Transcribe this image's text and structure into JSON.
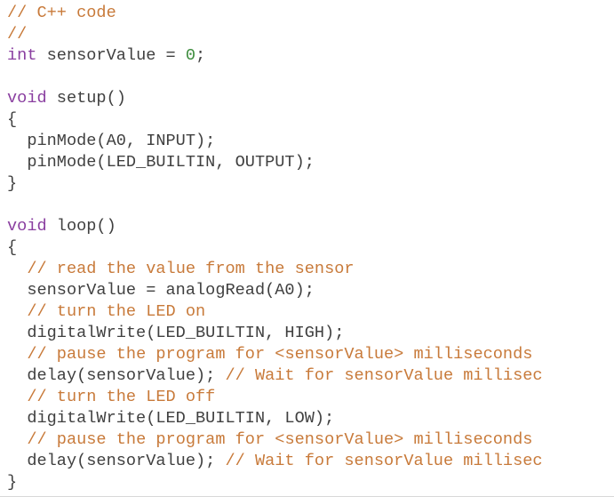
{
  "colors": {
    "background": "#ffffff",
    "comment": "#c87a3a",
    "keyword": "#8a3fa0",
    "number": "#3c8c3c",
    "plain": "#404040"
  },
  "code_lines": [
    [
      {
        "t": "// C++ code",
        "k": "comment"
      }
    ],
    [
      {
        "t": "//",
        "k": "comment"
      }
    ],
    [
      {
        "t": "int",
        "k": "keyword"
      },
      {
        "t": " sensorValue = ",
        "k": "plain"
      },
      {
        "t": "0",
        "k": "number"
      },
      {
        "t": ";",
        "k": "plain"
      }
    ],
    [],
    [
      {
        "t": "void",
        "k": "keyword"
      },
      {
        "t": " setup()",
        "k": "plain"
      }
    ],
    [
      {
        "t": "{",
        "k": "plain"
      }
    ],
    [
      {
        "t": "  pinMode(A0, INPUT);",
        "k": "plain"
      }
    ],
    [
      {
        "t": "  pinMode(LED_BUILTIN, OUTPUT);",
        "k": "plain"
      }
    ],
    [
      {
        "t": "}",
        "k": "plain"
      }
    ],
    [],
    [
      {
        "t": "void",
        "k": "keyword"
      },
      {
        "t": " loop()",
        "k": "plain"
      }
    ],
    [
      {
        "t": "{",
        "k": "plain"
      }
    ],
    [
      {
        "t": "  ",
        "k": "plain"
      },
      {
        "t": "// read the value from the sensor",
        "k": "comment"
      }
    ],
    [
      {
        "t": "  sensorValue = analogRead(A0);",
        "k": "plain"
      }
    ],
    [
      {
        "t": "  ",
        "k": "plain"
      },
      {
        "t": "// turn the LED on",
        "k": "comment"
      }
    ],
    [
      {
        "t": "  digitalWrite(LED_BUILTIN, HIGH);",
        "k": "plain"
      }
    ],
    [
      {
        "t": "  ",
        "k": "plain"
      },
      {
        "t": "// pause the program for <sensorValue> milliseconds",
        "k": "comment"
      }
    ],
    [
      {
        "t": "  delay(sensorValue); ",
        "k": "plain"
      },
      {
        "t": "// Wait for sensorValue millisec",
        "k": "comment"
      }
    ],
    [
      {
        "t": "  ",
        "k": "plain"
      },
      {
        "t": "// turn the LED off",
        "k": "comment"
      }
    ],
    [
      {
        "t": "  digitalWrite(LED_BUILTIN, LOW);",
        "k": "plain"
      }
    ],
    [
      {
        "t": "  ",
        "k": "plain"
      },
      {
        "t": "// pause the program for <sensorValue> milliseconds",
        "k": "comment"
      }
    ],
    [
      {
        "t": "  delay(sensorValue); ",
        "k": "plain"
      },
      {
        "t": "// Wait for sensorValue millisec",
        "k": "comment"
      }
    ],
    [
      {
        "t": "}",
        "k": "plain"
      }
    ]
  ]
}
